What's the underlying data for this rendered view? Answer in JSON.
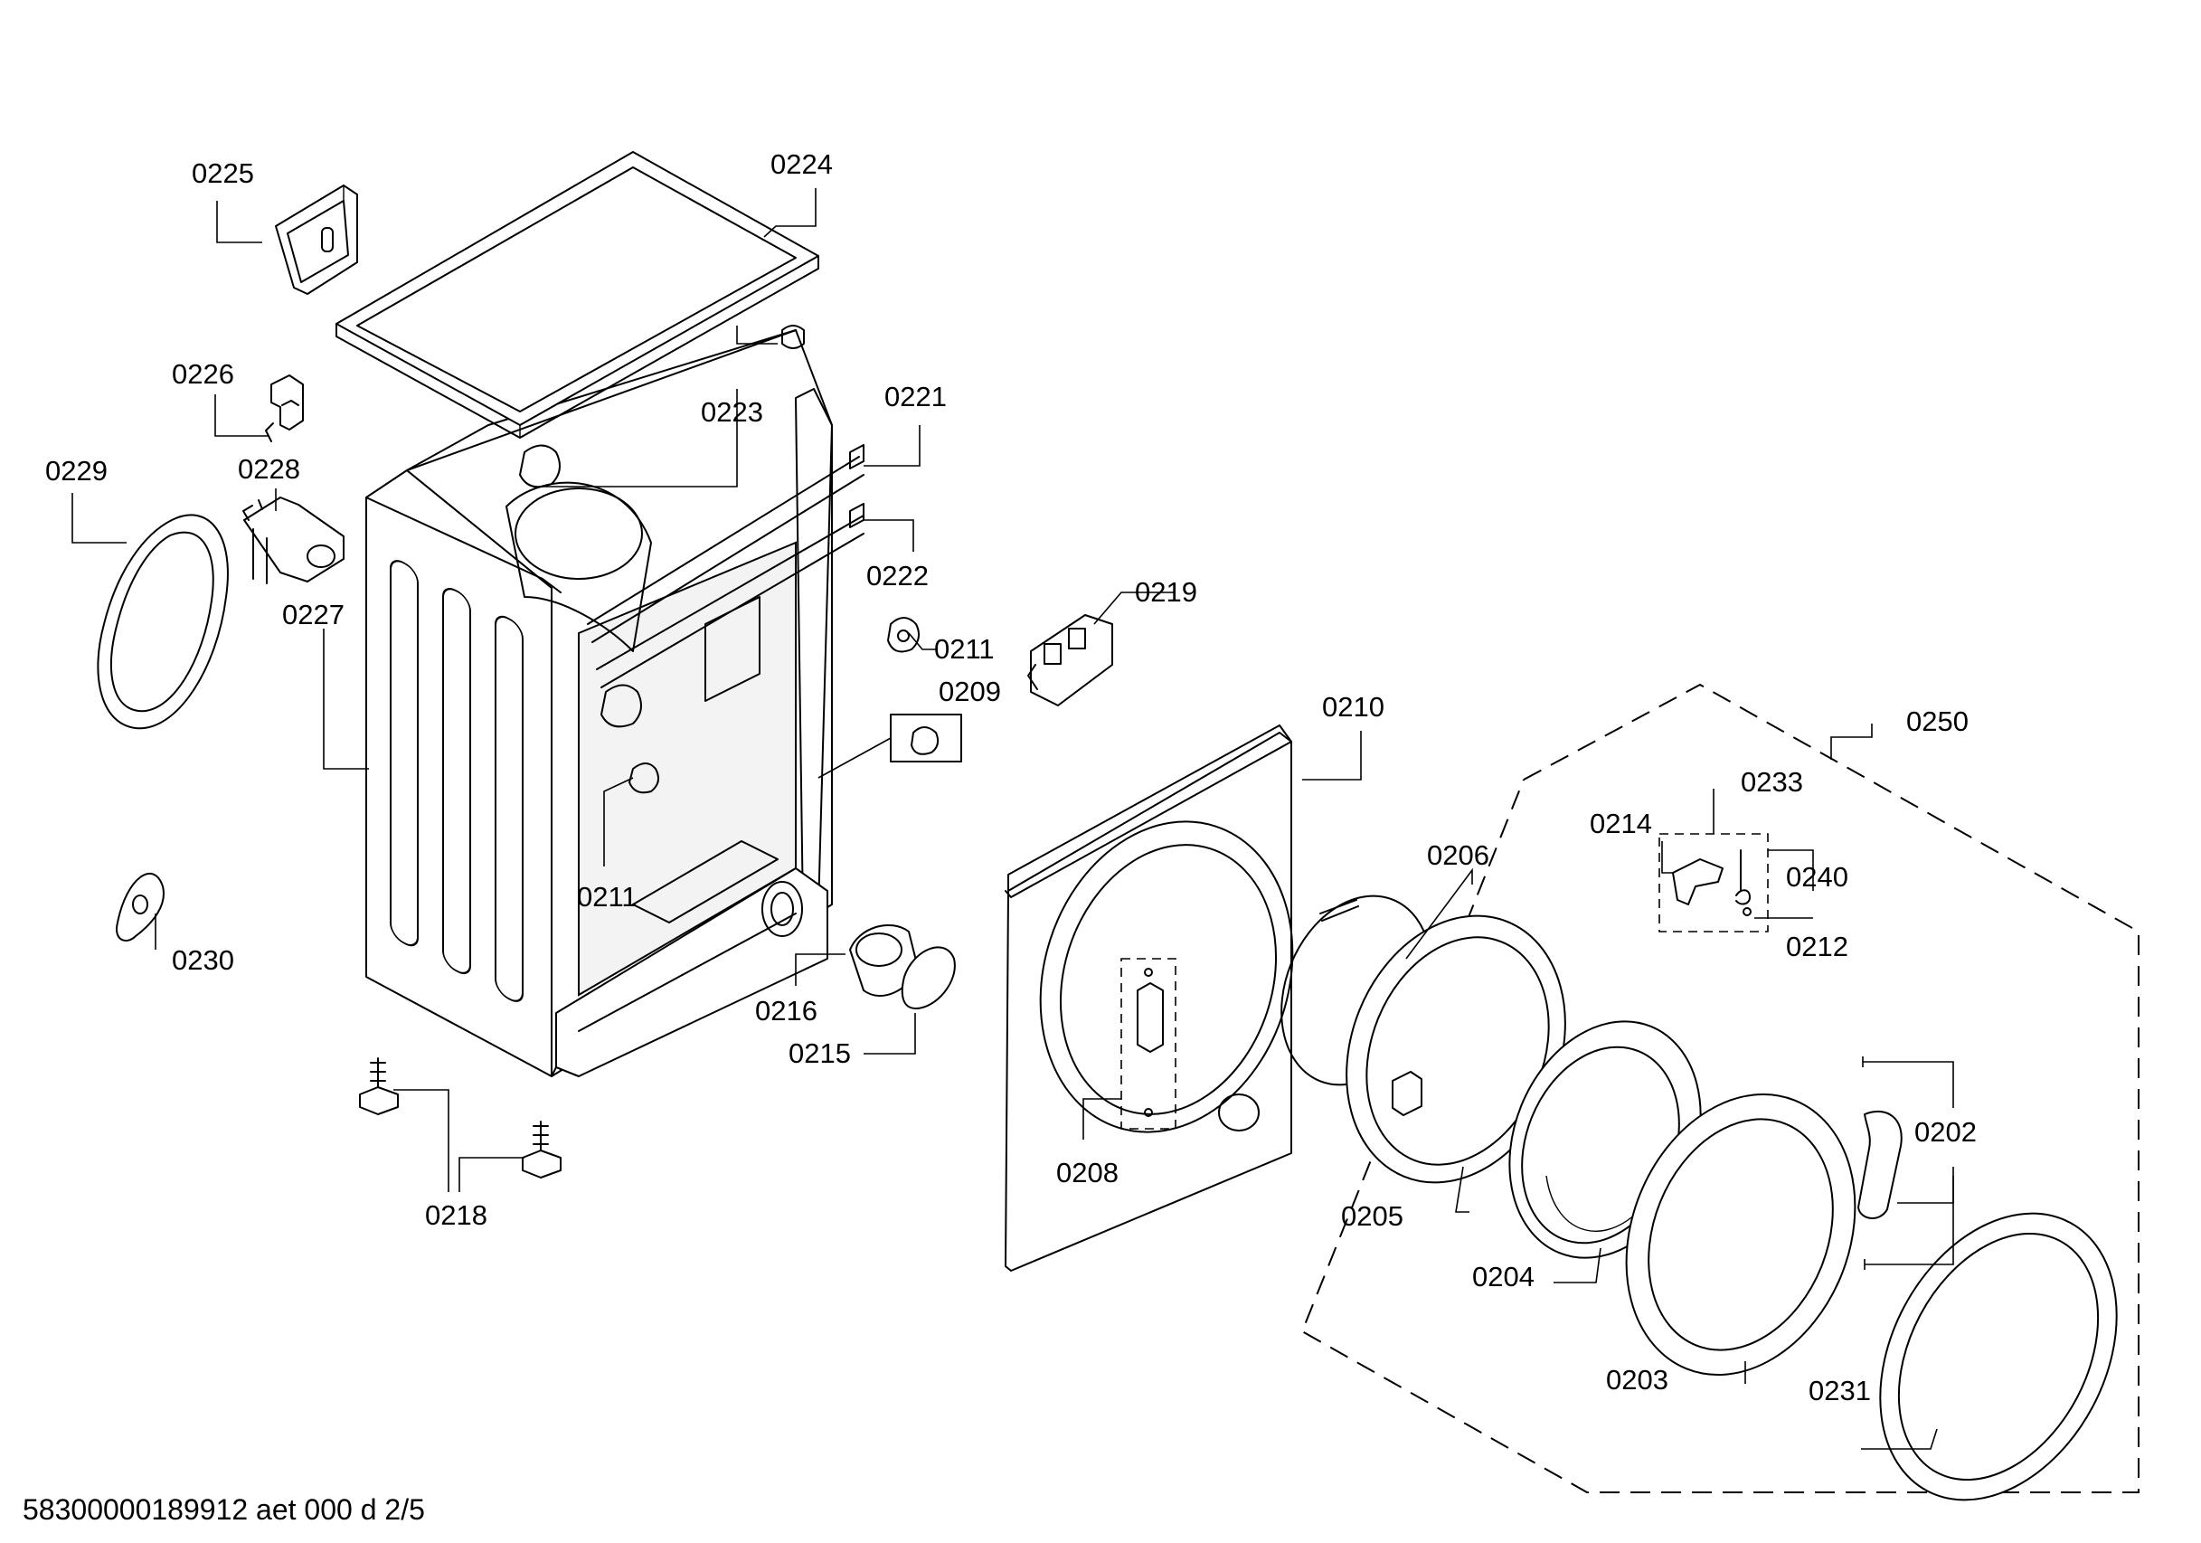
{
  "footer": {
    "doc_id": "58300000189912 aet 000 d 2/5"
  },
  "parts": {
    "p0202": "0202",
    "p0203": "0203",
    "p0204": "0204",
    "p0205": "0205",
    "p0206": "0206",
    "p0208": "0208",
    "p0209": "0209",
    "p0210": "0210",
    "p0211a": "0211",
    "p0211b": "0211",
    "p0212": "0212",
    "p0214": "0214",
    "p0215": "0215",
    "p0216": "0216",
    "p0218": "0218",
    "p0219": "0219",
    "p0221": "0221",
    "p0222": "0222",
    "p0223": "0223",
    "p0224": "0224",
    "p0225": "0225",
    "p0226": "0226",
    "p0227": "0227",
    "p0228": "0228",
    "p0229": "0229",
    "p0230": "0230",
    "p0231": "0231",
    "p0233": "0233",
    "p0240": "0240",
    "p0250": "0250"
  }
}
